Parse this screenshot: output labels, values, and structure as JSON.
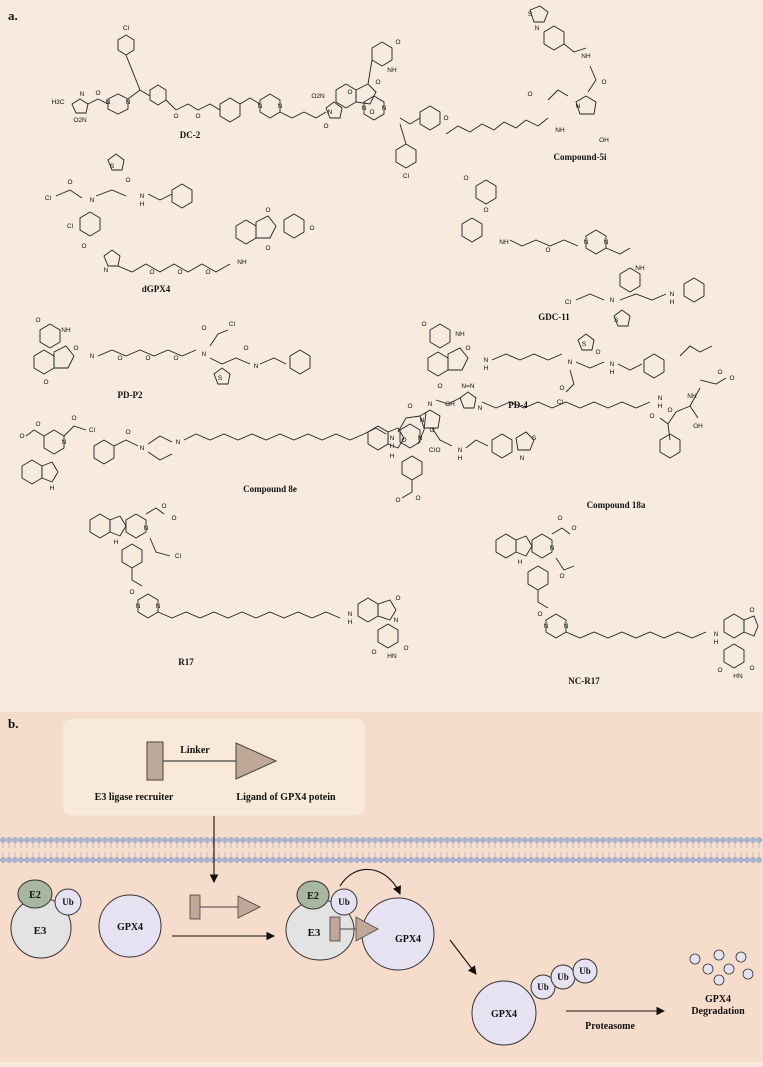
{
  "panel_a": {
    "label": "a.",
    "compounds": [
      {
        "name": "DC-2"
      },
      {
        "name": "Compound-5i"
      },
      {
        "name": "dGPX4"
      },
      {
        "name": "GDC-11"
      },
      {
        "name": "PD-P2"
      },
      {
        "name": "PD-4"
      },
      {
        "name": "Compound 8e"
      },
      {
        "name": "Compound 18a"
      },
      {
        "name": "R17"
      },
      {
        "name": "NC-R17"
      }
    ]
  },
  "panel_b": {
    "label": "b.",
    "legend": {
      "linker": "Linker",
      "e3_recruiter": "E3 ligase recruiter",
      "gpx4_ligand": "Ligand of GPX4 potein"
    },
    "nodes": {
      "e2": "E2",
      "ub": "Ub",
      "e3": "E3",
      "gpx4": "GPX4",
      "proteasome": "Proteasome",
      "degradation_line1": "GPX4",
      "degradation_line2": "Degradation"
    },
    "colors": {
      "e2": "#a8b8a0",
      "e3": "#e3e3e3",
      "ub_gpx4": "#e6e2f2",
      "box": "#f8e9d8",
      "protac": "#c0a898",
      "membrane": "#aab6d6"
    }
  }
}
